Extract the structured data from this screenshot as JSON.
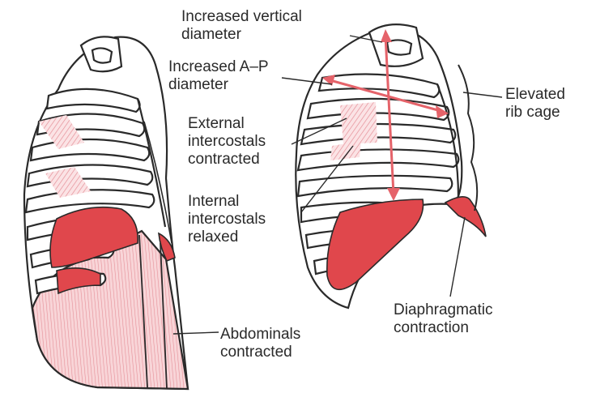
{
  "labels": {
    "vertical": [
      "Increased vertical",
      "diameter"
    ],
    "ap": [
      "Increased A–P",
      "diameter"
    ],
    "external": [
      "External",
      "intercostals",
      "contracted"
    ],
    "internal": [
      "Internal",
      "intercostals",
      "relaxed"
    ],
    "abdominals": [
      "Abdominals",
      "contracted"
    ],
    "elevated": [
      "Elevated",
      "rib cage"
    ],
    "diaphragm": [
      "Diaphragmatic",
      "contraction"
    ]
  },
  "colors": {
    "outline": "#2a2a2a",
    "muscle": "#e0474c",
    "hatch": "#efaab0",
    "arrow": "#e5636a",
    "text": "#2a2a2a"
  }
}
